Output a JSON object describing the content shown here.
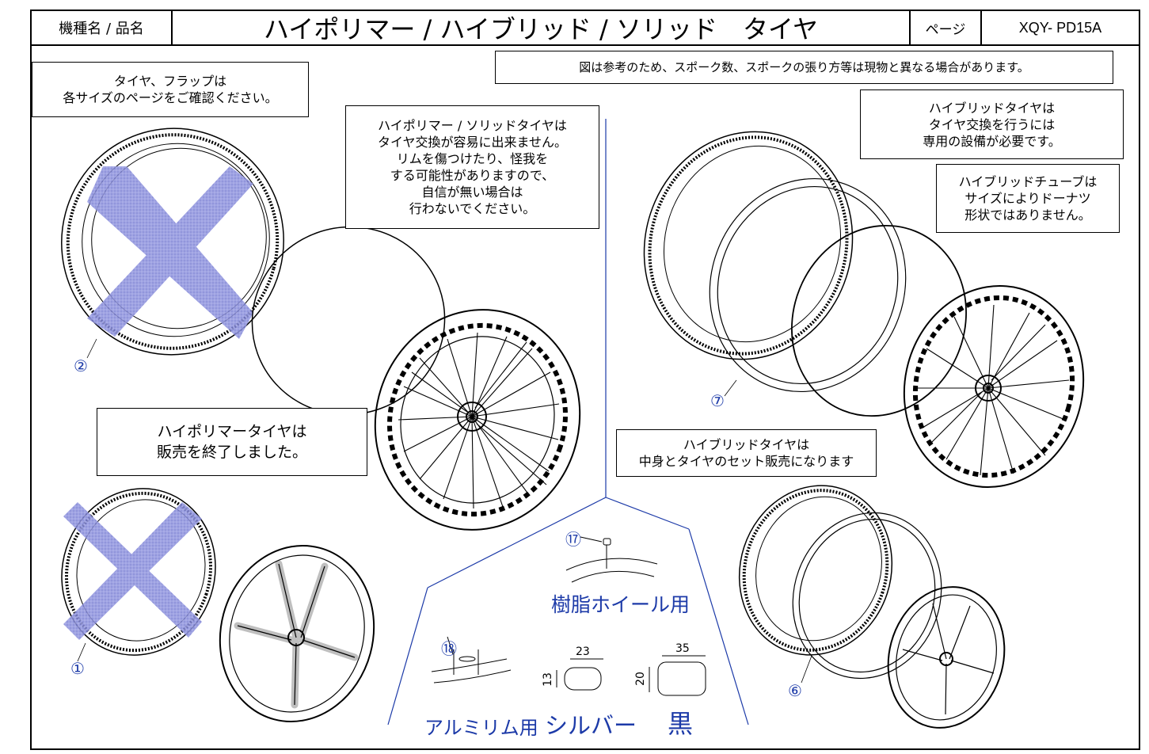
{
  "header": {
    "model_label": "機種名 / 品名",
    "title": "ハイポリマー / ハイブリッド / ソリッド　タイヤ",
    "page_label": "ページ",
    "page_code": "XQY- PD15A"
  },
  "notes": {
    "reference": "図は参考のため、スポーク数、スポークの張り方等は現物と異なる場合があります。",
    "tire_flap": "タイヤ、フラップは\n各サイズのページをご確認ください。",
    "polymer_solid": "ハイポリマー / ソリッドタイヤは\nタイヤ交換が容易に出来ません。\nリムを傷つけたり、怪我を\nする可能性がありますので、\n自信が無い場合は\n行わないでください。",
    "hybrid_equipment": "ハイブリッドタイヤは\nタイヤ交換を行うには\n専用の設備が必要です。",
    "hybrid_tube": "ハイブリッドチューブは\nサイズによりドーナツ\n形状ではありません。",
    "polymer_discontinued": "ハイポリマータイヤは\n販売を終了しました。",
    "hybrid_set": "ハイブリッドタイヤは\n中身とタイヤのセット販売になります"
  },
  "callouts": {
    "c1": "①",
    "c2": "②",
    "c6": "⑥",
    "c7": "⑦",
    "c17": "⑰",
    "c18": "⑱"
  },
  "valves": {
    "resin_wheel": "樹脂ホイール用",
    "aluminum_rim": "アルミリム用",
    "silver": "シルバー",
    "black": "黒",
    "silver_width": "23",
    "silver_height": "13",
    "black_width": "35",
    "black_height": "20"
  },
  "colors": {
    "callout": "#1c3aa8",
    "cross_fill": "#7b80d6",
    "line": "#000000"
  }
}
